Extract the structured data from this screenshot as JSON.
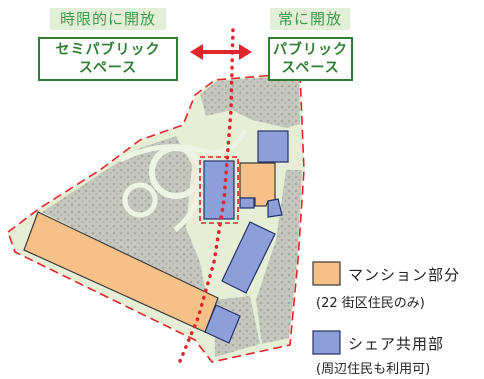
{
  "labels": {
    "semi_public": {
      "tag": "時限的に開放",
      "lines": [
        "セミパブリック",
        "スペース"
      ]
    },
    "public": {
      "tag": "常に開放",
      "lines": [
        "パブリック",
        "スペース"
      ]
    }
  },
  "legend": [
    {
      "label": "マンション部分",
      "note": "(22 街区住民のみ)",
      "color": "#f6c188"
    },
    {
      "label": "シェア共用部",
      "note": "(周辺住民も利用可)",
      "color": "#8d9fd8"
    }
  ],
  "colors": {
    "label_green": "#3f9a4c",
    "label_green_dark": "#2e7d32",
    "boundary_red": "#e0262d",
    "site_green": "#e6efd5"
  }
}
